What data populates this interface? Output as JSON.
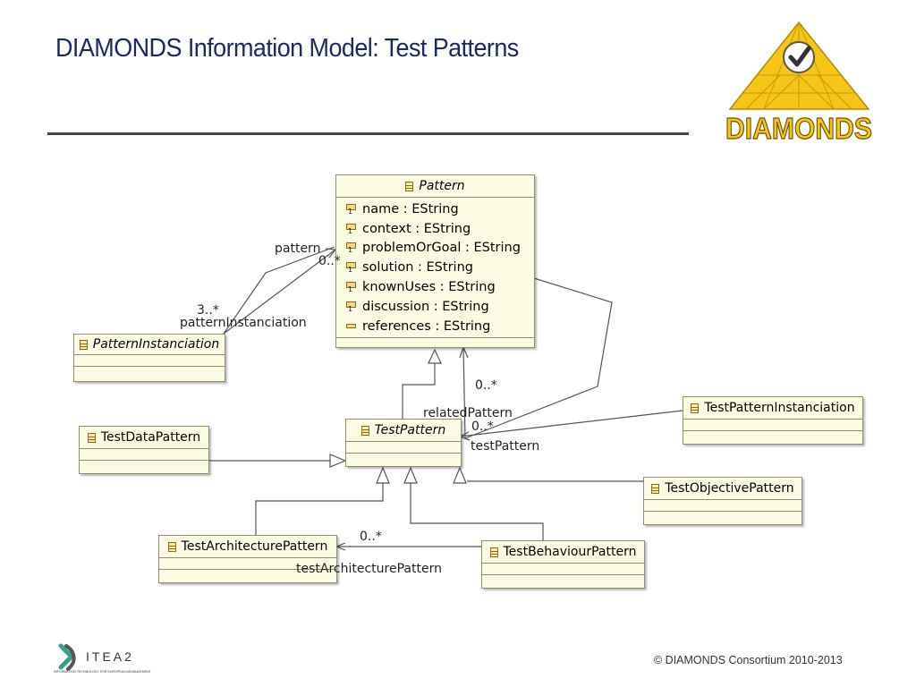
{
  "slide": {
    "title": "DIAMONDS Information Model: Test Patterns",
    "copyright": "© DIAMONDS Consortium 2010-2013"
  },
  "logo": {
    "text": "DIAMONDS",
    "icon": "checkmark-icon",
    "color": "#f5c518"
  },
  "footer_logo": {
    "text": "ITEA2",
    "tagline": "INFORMATION TECHNOLOGY FOR EUROPEAN ADVANCEMENT"
  },
  "diagram": {
    "classes": {
      "pattern": {
        "name": "Pattern",
        "attributes": [
          "name : EString",
          "context : EString",
          "problemOrGoal : EString",
          "solution : EString",
          "knownUses : EString",
          "discussion : EString",
          "references : EString"
        ]
      },
      "pattern_instanciation": {
        "name": "PatternInstanciation"
      },
      "test_pattern": {
        "name": "TestPattern"
      },
      "test_data_pattern": {
        "name": "TestDataPattern"
      },
      "test_pattern_instanciation": {
        "name": "TestPatternInstanciation"
      },
      "test_objective_pattern": {
        "name": "TestObjectivePattern"
      },
      "test_architecture_pattern": {
        "name": "TestArchitecturePattern"
      },
      "test_behaviour_pattern": {
        "name": "TestBehaviourPattern"
      }
    },
    "labels": {
      "pattern_role": "pattern",
      "pattern_mult": "0..*",
      "instanciation_mult": "3..*",
      "instanciation_role": "patternInstanciation",
      "related_mult": "0..*",
      "related_role": "relatedPattern",
      "test_pattern_mult": "0..*",
      "test_pattern_role": "testPattern",
      "arch_mult": "0..*",
      "arch_role": "testArchitecturePattern"
    }
  }
}
